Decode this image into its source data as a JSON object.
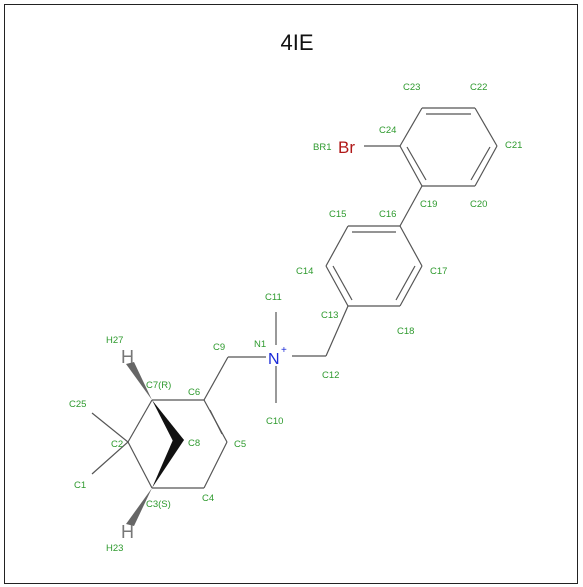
{
  "title": "4IE",
  "atoms": {
    "N": "N",
    "N_charge": "+",
    "Br": "Br",
    "H_top": "H",
    "H_bottom": "H"
  },
  "labels": {
    "BR1": "BR1",
    "C1": "C1",
    "C2": "C2",
    "C3": "C3(S)",
    "C4": "C4",
    "C5": "C5",
    "C6": "C6",
    "C7": "C7(R)",
    "C8": "C8",
    "C9": "C9",
    "C10": "C10",
    "C11": "C11",
    "C12": "C12",
    "C13": "C13",
    "C14": "C14",
    "C15": "C15",
    "C16": "C16",
    "C17": "C17",
    "C18": "C18",
    "C19": "C19",
    "C20": "C20",
    "C21": "C21",
    "C22": "C22",
    "C23": "C23",
    "C24": "C24",
    "C25": "C25",
    "N1": "N1",
    "H23": "H23",
    "H27": "H27"
  },
  "colors": {
    "label": "#2e9a2e",
    "nitrogen": "#1a2ad8",
    "bromine": "#b01818",
    "bond": "#555555",
    "hydrogen": "#777777"
  }
}
